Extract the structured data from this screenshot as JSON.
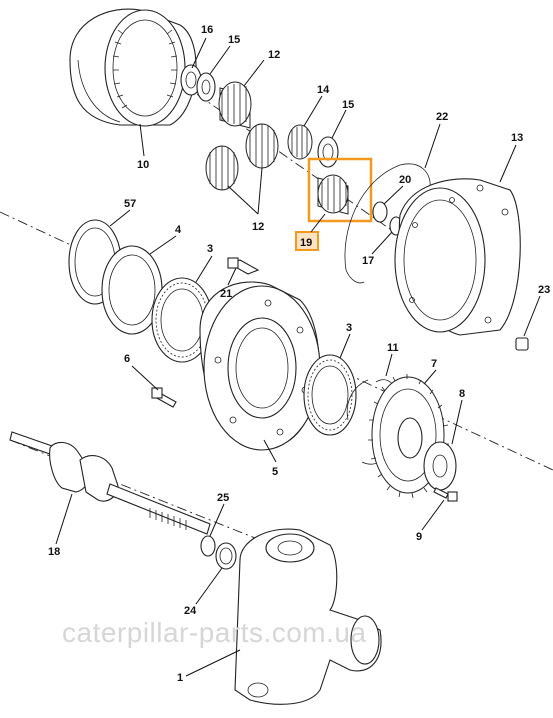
{
  "callouts": {
    "c1": "1",
    "c3a": "3",
    "c3b": "3",
    "c4": "4",
    "c5": "5",
    "c6": "6",
    "c7": "7",
    "c8": "8",
    "c9": "9",
    "c10": "10",
    "c11": "11",
    "c12a": "12",
    "c12b": "12",
    "c13": "13",
    "c14": "14",
    "c15a": "15",
    "c15b": "15",
    "c16": "16",
    "c17": "17",
    "c18": "18",
    "c19": "19",
    "c20": "20",
    "c21": "21",
    "c22": "22",
    "c23": "23",
    "c24": "24",
    "c25": "25",
    "c57": "57"
  },
  "watermark": "caterpillar-parts.com.ua",
  "colors": {
    "highlight": "#f39a1e",
    "label_box_fill": "#fbe3c4",
    "ink": "#222222"
  }
}
